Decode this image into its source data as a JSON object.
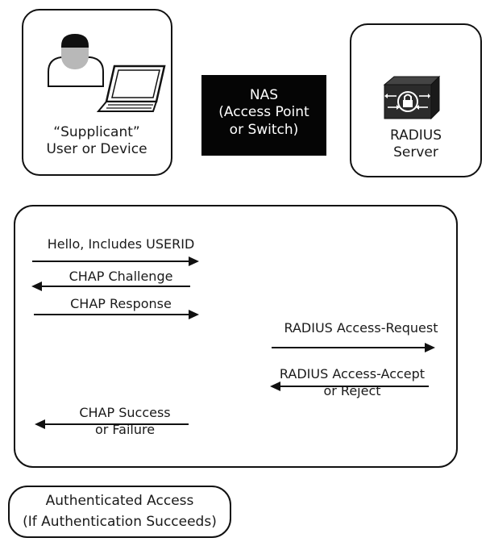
{
  "supplicant": {
    "label": "“Supplicant”\nUser or Device",
    "user_icon": "user-icon",
    "laptop_icon": "laptop-icon"
  },
  "nas": {
    "label": "NAS\n(Access Point\nor Switch)"
  },
  "server": {
    "label": "RADIUS\nServer",
    "icon": "radius-server-icon"
  },
  "flow": {
    "steps": [
      {
        "label": "Hello, Includes USERID",
        "direction": "right"
      },
      {
        "label": "CHAP Challenge",
        "direction": "left"
      },
      {
        "label": "CHAP Response",
        "direction": "right"
      },
      {
        "label": "RADIUS Access-Request",
        "direction": "right"
      },
      {
        "label": "RADIUS Access-Accept\nor Reject",
        "direction": "left"
      },
      {
        "label": "CHAP Success\nor Failure",
        "direction": "left"
      }
    ]
  },
  "result": {
    "label": "Authenticated Access\n(If Authentication Succeeds)"
  },
  "colors": {
    "stroke": "#111111",
    "nas_fill": "#050505",
    "server_icon_fill": "#2b2b2b"
  }
}
